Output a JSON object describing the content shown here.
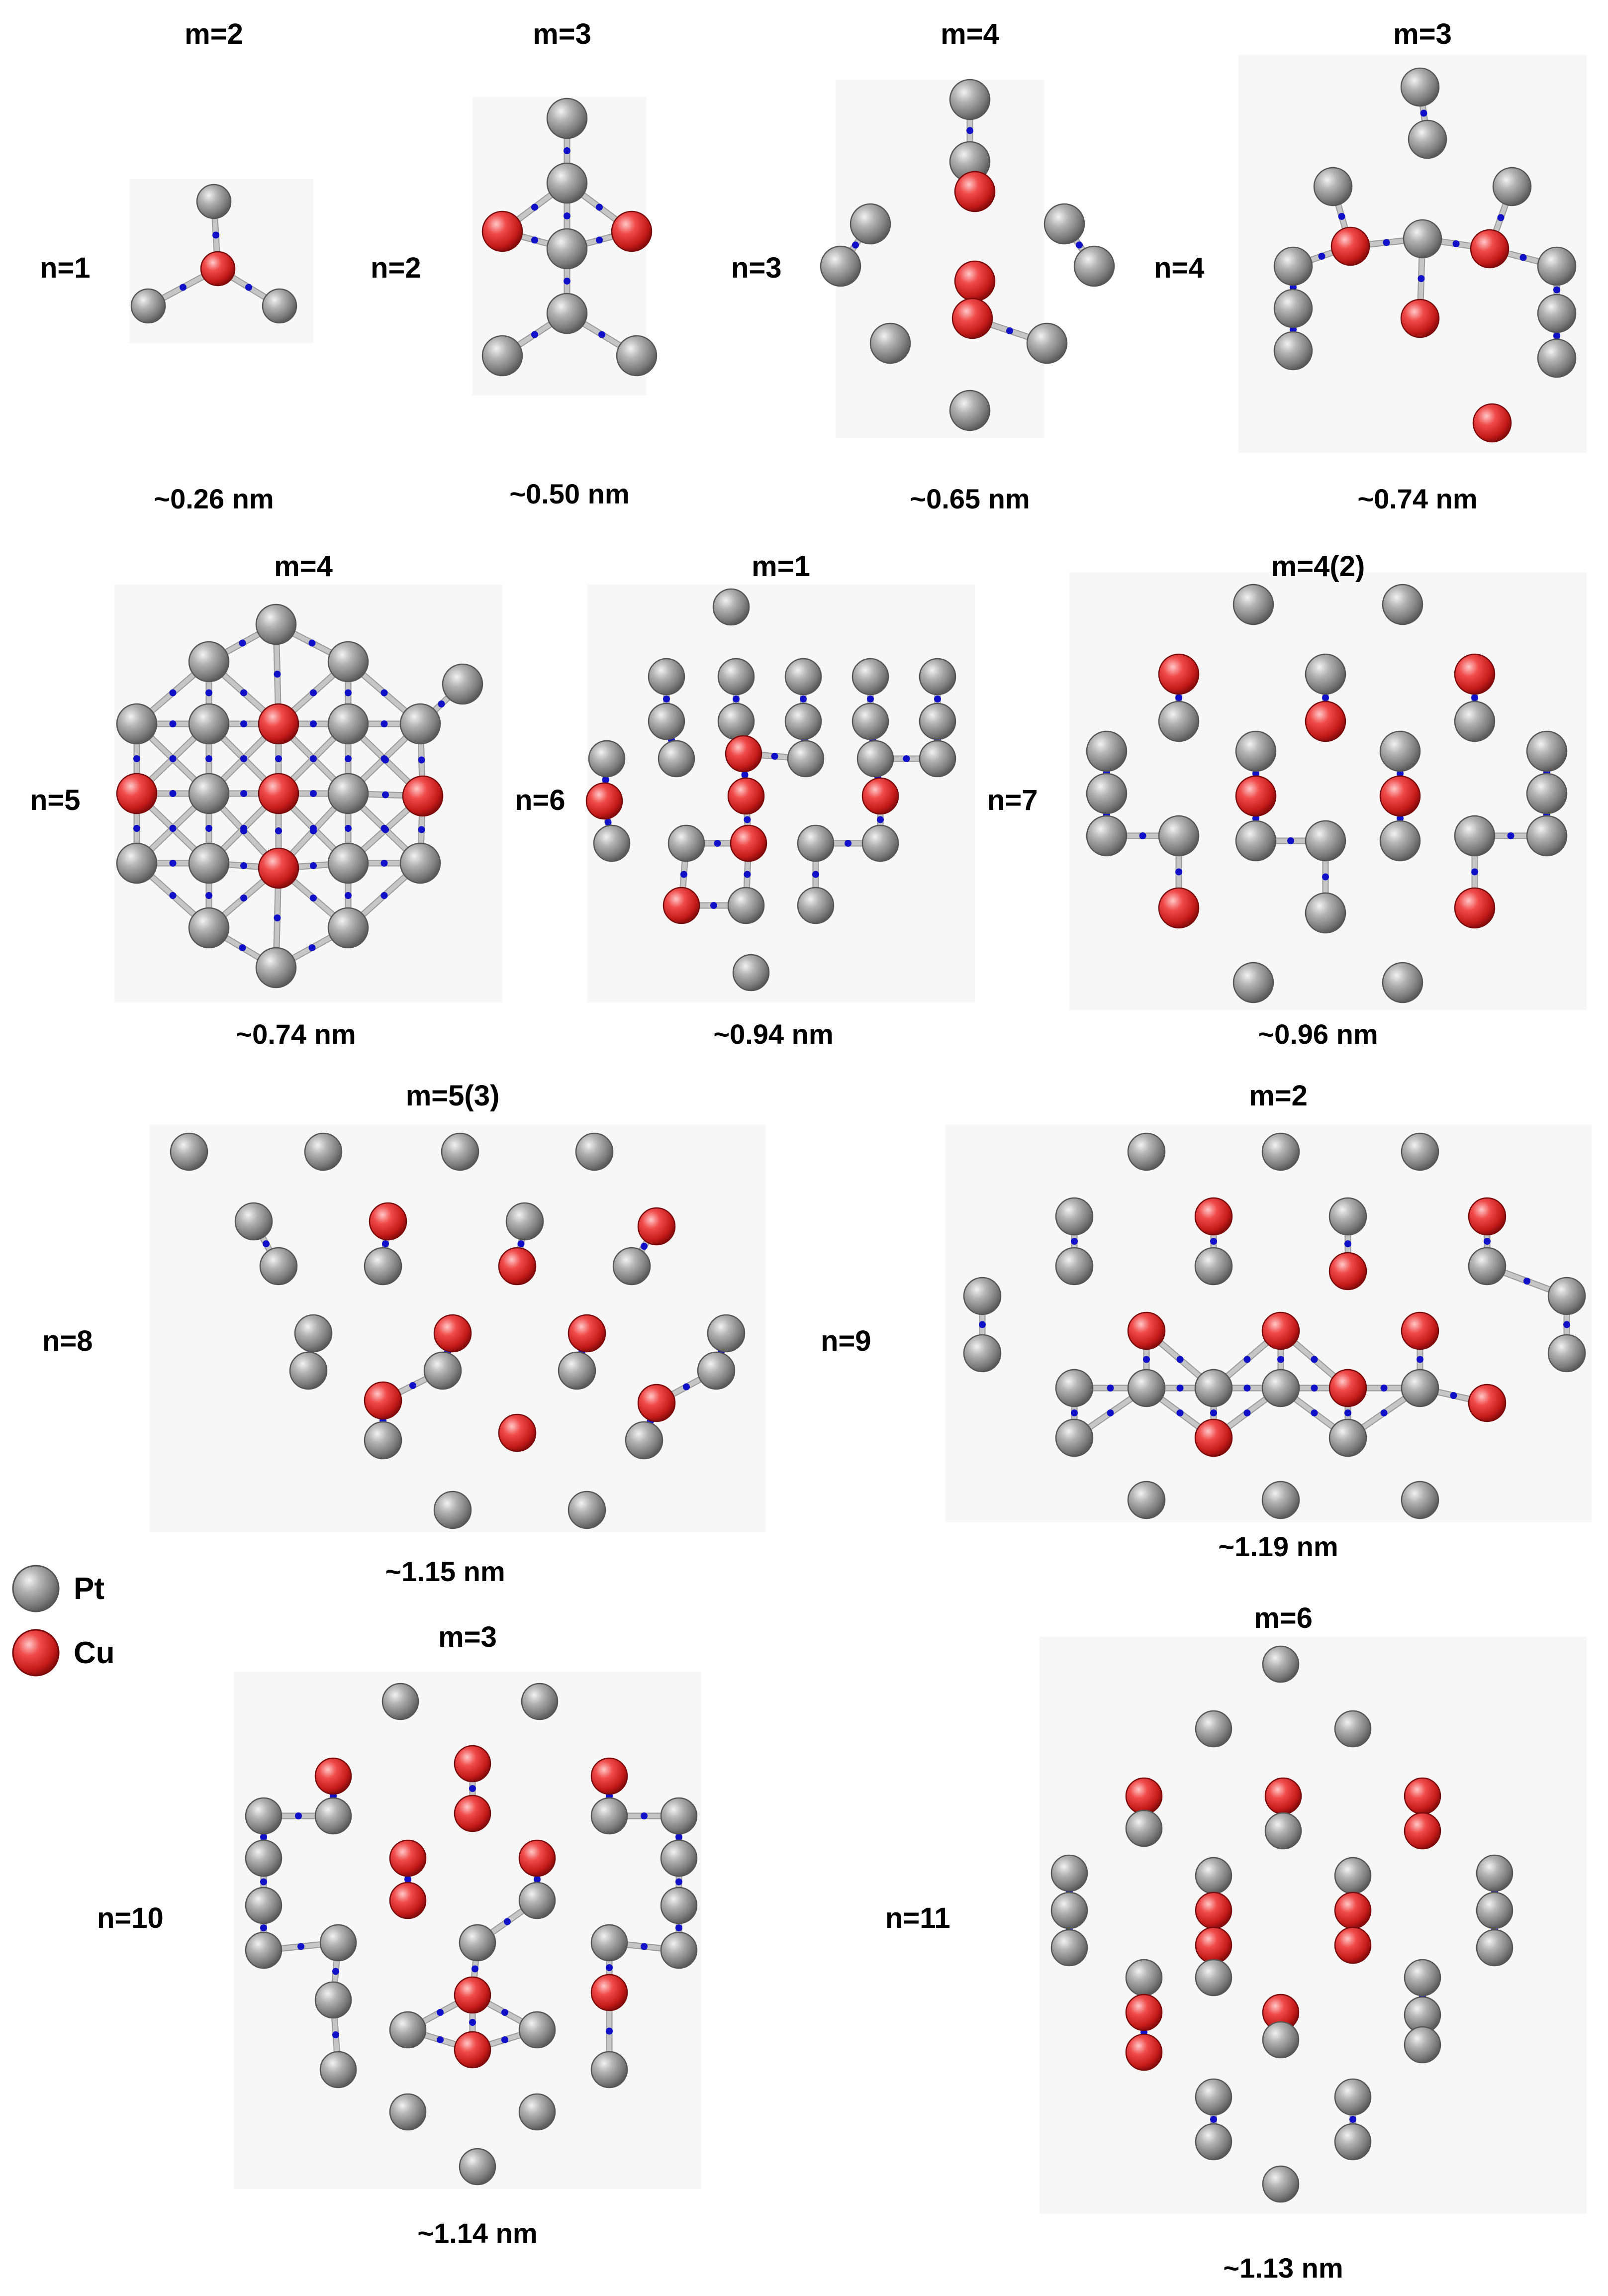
{
  "legend": {
    "items": [
      {
        "label": "Pt",
        "color": "#8a8a8a"
      },
      {
        "label": "Cu",
        "color": "#e0262a"
      }
    ]
  },
  "colors": {
    "pt": "#8a8a8a",
    "cu": "#e0262a",
    "bond": "#c6c6c6",
    "bond_critical_point": "#1010c8"
  },
  "clusters": [
    {
      "n_label": "n=1",
      "m_label": "m=2",
      "size_label": "~0.26 nm"
    },
    {
      "n_label": "n=2",
      "m_label": "m=3",
      "size_label": "~0.50 nm"
    },
    {
      "n_label": "n=3",
      "m_label": "m=4",
      "size_label": "~0.65 nm"
    },
    {
      "n_label": "n=4",
      "m_label": "m=3",
      "size_label": "~0.74 nm"
    },
    {
      "n_label": "n=5",
      "m_label": "m=4",
      "size_label": "~0.74 nm"
    },
    {
      "n_label": "n=6",
      "m_label": "m=1",
      "size_label": "~0.94 nm"
    },
    {
      "n_label": "n=7",
      "m_label": "m=4(2)",
      "size_label": "~0.96 nm"
    },
    {
      "n_label": "n=8",
      "m_label": "m=5(3)",
      "size_label": "~1.15 nm"
    },
    {
      "n_label": "n=9",
      "m_label": "m=2",
      "size_label": "~1.19 nm"
    },
    {
      "n_label": "n=10",
      "m_label": "m=3",
      "size_label": "~1.14 nm"
    },
    {
      "n_label": "n=11",
      "m_label": "m=6",
      "size_label": "~1.13 nm"
    }
  ]
}
